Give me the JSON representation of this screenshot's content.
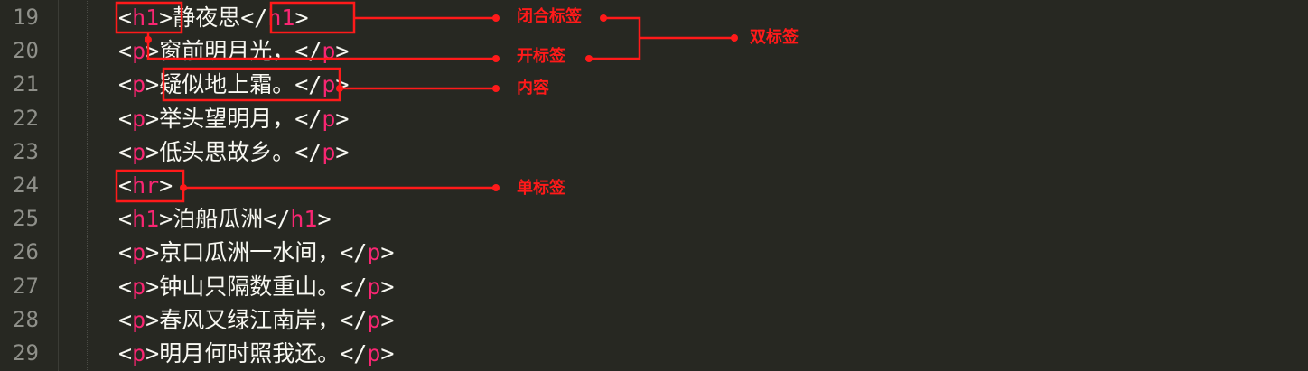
{
  "editor": {
    "lines": [
      {
        "num": "19",
        "parts": [
          [
            "punct",
            "<"
          ],
          [
            "tag",
            "h1"
          ],
          [
            "punct",
            ">"
          ],
          [
            "text",
            "静夜思"
          ],
          [
            "punct",
            "</"
          ],
          [
            "tag",
            "h1"
          ],
          [
            "punct",
            ">"
          ]
        ]
      },
      {
        "num": "20",
        "parts": [
          [
            "punct",
            "<"
          ],
          [
            "tag",
            "p"
          ],
          [
            "punct",
            ">"
          ],
          [
            "text",
            "窗前明月光，"
          ],
          [
            "punct",
            "</"
          ],
          [
            "tag",
            "p"
          ],
          [
            "punct",
            ">"
          ]
        ]
      },
      {
        "num": "21",
        "parts": [
          [
            "punct",
            "<"
          ],
          [
            "tag",
            "p"
          ],
          [
            "punct",
            ">"
          ],
          [
            "text",
            "疑似地上霜。"
          ],
          [
            "punct",
            "</"
          ],
          [
            "tag",
            "p"
          ],
          [
            "punct",
            ">"
          ]
        ]
      },
      {
        "num": "22",
        "parts": [
          [
            "punct",
            "<"
          ],
          [
            "tag",
            "p"
          ],
          [
            "punct",
            ">"
          ],
          [
            "text",
            "举头望明月，"
          ],
          [
            "punct",
            "</"
          ],
          [
            "tag",
            "p"
          ],
          [
            "punct",
            ">"
          ]
        ]
      },
      {
        "num": "23",
        "parts": [
          [
            "punct",
            "<"
          ],
          [
            "tag",
            "p"
          ],
          [
            "punct",
            ">"
          ],
          [
            "text",
            "低头思故乡。"
          ],
          [
            "punct",
            "</"
          ],
          [
            "tag",
            "p"
          ],
          [
            "punct",
            ">"
          ]
        ]
      },
      {
        "num": "24",
        "parts": [
          [
            "punct",
            "<"
          ],
          [
            "tag",
            "hr"
          ],
          [
            "punct",
            ">"
          ]
        ]
      },
      {
        "num": "25",
        "parts": [
          [
            "punct",
            "<"
          ],
          [
            "tag",
            "h1"
          ],
          [
            "punct",
            ">"
          ],
          [
            "text",
            "泊船瓜洲"
          ],
          [
            "punct",
            "</"
          ],
          [
            "tag",
            "h1"
          ],
          [
            "punct",
            ">"
          ]
        ]
      },
      {
        "num": "26",
        "parts": [
          [
            "punct",
            "<"
          ],
          [
            "tag",
            "p"
          ],
          [
            "punct",
            ">"
          ],
          [
            "text",
            "京口瓜洲一水间，"
          ],
          [
            "punct",
            "</"
          ],
          [
            "tag",
            "p"
          ],
          [
            "punct",
            ">"
          ]
        ]
      },
      {
        "num": "27",
        "parts": [
          [
            "punct",
            "<"
          ],
          [
            "tag",
            "p"
          ],
          [
            "punct",
            ">"
          ],
          [
            "text",
            "钟山只隔数重山。"
          ],
          [
            "punct",
            "</"
          ],
          [
            "tag",
            "p"
          ],
          [
            "punct",
            ">"
          ]
        ]
      },
      {
        "num": "28",
        "parts": [
          [
            "punct",
            "<"
          ],
          [
            "tag",
            "p"
          ],
          [
            "punct",
            ">"
          ],
          [
            "text",
            "春风又绿江南岸，"
          ],
          [
            "punct",
            "</"
          ],
          [
            "tag",
            "p"
          ],
          [
            "punct",
            ">"
          ]
        ]
      },
      {
        "num": "29",
        "parts": [
          [
            "punct",
            "<"
          ],
          [
            "tag",
            "p"
          ],
          [
            "punct",
            ">"
          ],
          [
            "text",
            "明月何时照我还。"
          ],
          [
            "punct",
            "</"
          ],
          [
            "tag",
            "p"
          ],
          [
            "punct",
            ">"
          ]
        ]
      }
    ]
  },
  "annotations": {
    "closing_tag": "闭合标签",
    "opening_tag": "开标签",
    "content": "内容",
    "paired_tags": "双标签",
    "single_tag": "单标签"
  },
  "colors": {
    "background": "#272822",
    "line_number": "#8f908a",
    "tag_name": "#f92672",
    "plain_text": "#f8f8f2",
    "annotation": "#ff1a1a"
  }
}
